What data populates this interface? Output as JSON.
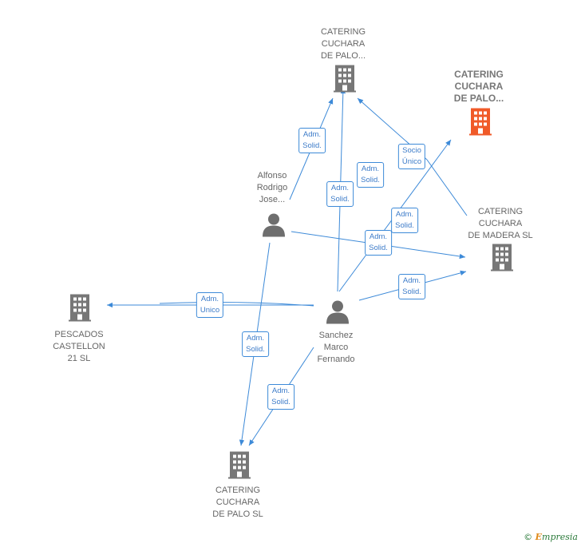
{
  "nodes": {
    "catering_top": {
      "lines": [
        "CATERING",
        "CUCHARA",
        "DE PALO..."
      ],
      "kind": "company"
    },
    "catering_main": {
      "lines": [
        "CATERING",
        "CUCHARA",
        "DE PALO..."
      ],
      "kind": "company-main"
    },
    "catering_madera": {
      "lines": [
        "CATERING",
        "CUCHARA",
        "DE MADERA SL"
      ],
      "kind": "company"
    },
    "pescados": {
      "lines": [
        "PESCADOS",
        "CASTELLON",
        "21  SL"
      ],
      "kind": "company"
    },
    "catering_sl": {
      "lines": [
        "CATERING",
        "CUCHARA",
        "DE PALO SL"
      ],
      "kind": "company"
    },
    "alfonso": {
      "lines": [
        "Alfonso",
        "Rodrigo",
        "Jose..."
      ],
      "kind": "person"
    },
    "sanchez": {
      "lines": [
        "Sanchez",
        "Marco",
        "Fernando"
      ],
      "kind": "person"
    }
  },
  "edges": [
    {
      "id": "e1",
      "lines": [
        "Adm.",
        "Solid."
      ]
    },
    {
      "id": "e2",
      "lines": [
        "Adm.",
        "Solid."
      ]
    },
    {
      "id": "e3",
      "lines": [
        "Adm.",
        "Solid."
      ]
    },
    {
      "id": "e4",
      "lines": [
        "Socio",
        "Único"
      ]
    },
    {
      "id": "e5",
      "lines": [
        "Adm.",
        "Solid."
      ]
    },
    {
      "id": "e6",
      "lines": [
        "Adm.",
        "Solid."
      ]
    },
    {
      "id": "e7",
      "lines": [
        "Adm.",
        "Solid."
      ]
    },
    {
      "id": "e8",
      "lines": [
        "Adm.",
        "Unico"
      ]
    },
    {
      "id": "e9",
      "lines": [
        "Adm.",
        "Solid."
      ]
    },
    {
      "id": "e10",
      "lines": [
        "Adm.",
        "Solid."
      ]
    }
  ],
  "colors": {
    "edge": "#3d8ad8",
    "company_icon": "#777777",
    "company_main_icon": "#f05a28",
    "person_icon": "#6e6e6e"
  },
  "footer": {
    "copyright_symbol": "©",
    "brand_initial": "E",
    "brand_rest": "mpresia"
  }
}
